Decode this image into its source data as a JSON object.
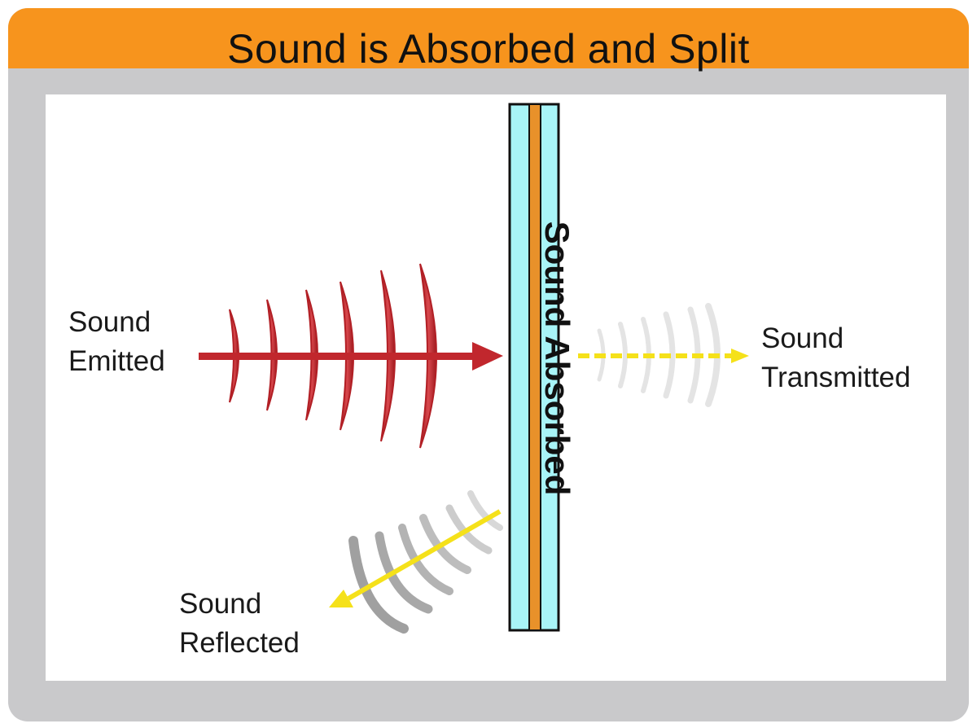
{
  "title": "Sound is Absorbed and Split",
  "labels": {
    "emitted": [
      "Sound",
      "Emitted"
    ],
    "transmitted": [
      "Sound",
      "Transmitted"
    ],
    "reflected": [
      "Sound",
      "Reflected"
    ],
    "absorbed": "Sound Absorbed"
  },
  "colors": {
    "title_bar": "#f7941d",
    "frame": "#c9c9cb",
    "emitted_waves": "#c1272d",
    "transmitted_arrow": "#f5e11a",
    "reflected_arrow": "#f5e11a",
    "faded_waves": "#a8a8a8",
    "wall_outer": "#a8f4f7",
    "wall_core": "#e8912a"
  }
}
